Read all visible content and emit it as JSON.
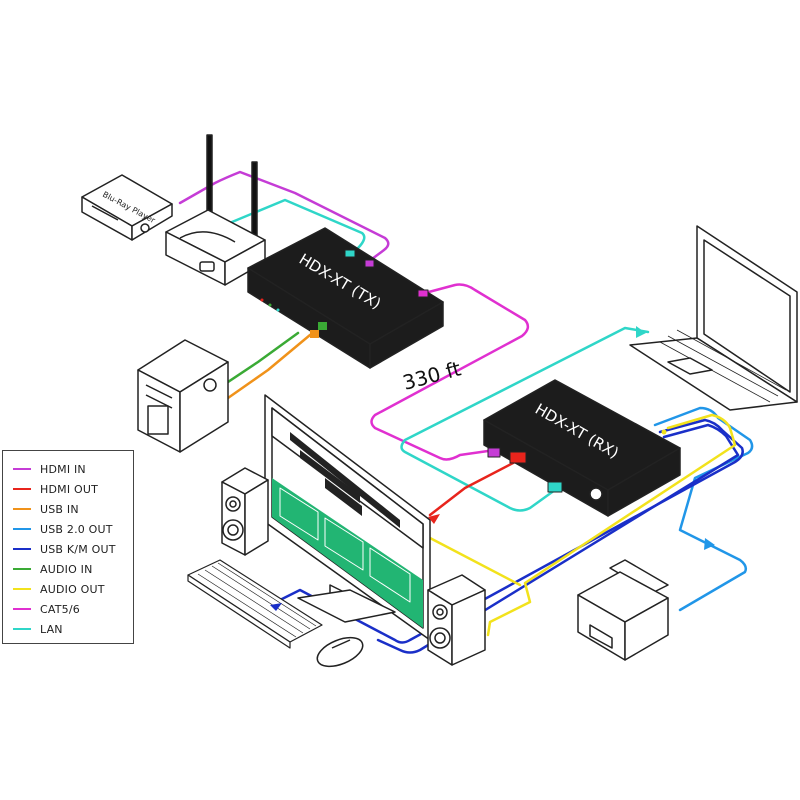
{
  "devices": {
    "bluray_label": "Blu-Ray Player",
    "tx_label": "HDX-XT (TX)",
    "rx_label": "HDX-XT (RX)"
  },
  "distance_label": "330 ft",
  "legend": [
    {
      "label": "HDMI IN",
      "color": "#c53cd6"
    },
    {
      "label": "HDMI OUT",
      "color": "#e8241c"
    },
    {
      "label": "USB IN",
      "color": "#f0921a"
    },
    {
      "label": "USB 2.0 OUT",
      "color": "#2196e8"
    },
    {
      "label": "USB K/M OUT",
      "color": "#1a2fc8"
    },
    {
      "label": "AUDIO IN",
      "color": "#3aaa35"
    },
    {
      "label": "AUDIO OUT",
      "color": "#f2e21c"
    },
    {
      "label": "CAT5/6",
      "color": "#e030d0"
    },
    {
      "label": "LAN",
      "color": "#2fd6c8"
    }
  ],
  "colors": {
    "hdmi_in": "#c53cd6",
    "hdmi_out": "#e8241c",
    "usb_in": "#f0921a",
    "usb20_out": "#2196e8",
    "usb_km_out": "#1a2fc8",
    "audio_in": "#3aaa35",
    "audio_out": "#f2e21c",
    "cat56": "#e030d0",
    "lan": "#2fd6c8",
    "screen_green": "#22b573"
  }
}
